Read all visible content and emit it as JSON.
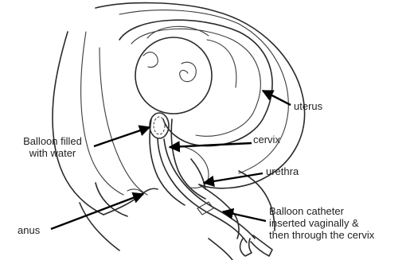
{
  "colors": {
    "ink": "#2a2a2a",
    "arrow": "#000000",
    "background": "#ffffff",
    "text": "#222222"
  },
  "labels": {
    "uterus": "uterus",
    "cervix": "cervix",
    "urethra": "urethra",
    "balloon_line1": "Balloon filled",
    "balloon_line2": "with water",
    "anus": "anus",
    "catheter_line1": "Balloon catheter",
    "catheter_line2": "inserted vaginally &",
    "catheter_line3": "then through the cervix"
  }
}
